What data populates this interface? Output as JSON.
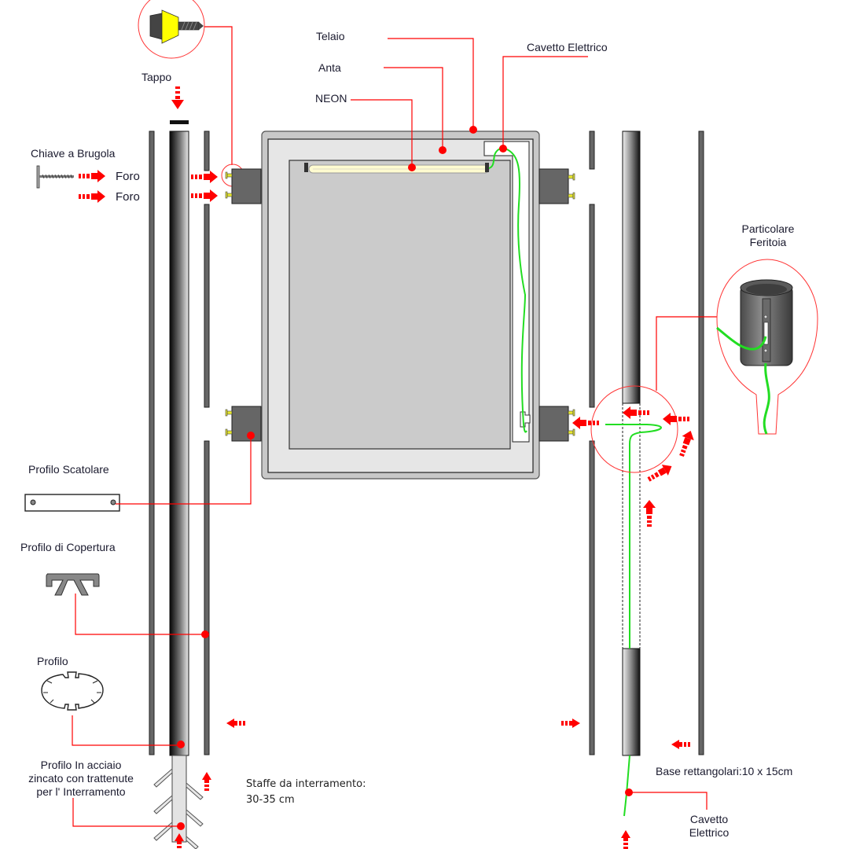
{
  "labels": {
    "tappo": "Tappo",
    "chiave_a_brugola": "Chiave a Brugola",
    "foro_1": "Foro",
    "foro_2": "Foro",
    "telaio": "Telaio",
    "anta": "Anta",
    "neon": "NEON",
    "cavetto_elettrico_top": "Cavetto Elettrico",
    "particolare_feritoia_line1": "Particolare",
    "particolare_feritoia_line2": "Feritoia",
    "profilo_scatolare": "Profilo Scatolare",
    "profilo_di_copertura": "Profilo di Copertura",
    "profilo": "Profilo",
    "profilo_acciaio_line1": "Profilo In acciaio",
    "profilo_acciaio_line2": "zincato con trattenute",
    "profilo_acciaio_line3": "per l' Interramento",
    "staffe_line1": "Staffe da interramento:",
    "staffe_line2": "30-35 cm",
    "base_rettangolari": "Base rettangolari:10 x 15cm",
    "cavetto_elettrico_bottom_line1": "Cavetto",
    "cavetto_elettrico_bottom_line2": "Elettrico"
  },
  "colors": {
    "callout_line": "#ff0000",
    "arrow": "#ff0000",
    "cable": "#22dd22",
    "post_dark": "#111111",
    "panel_frame": "#c8c8c8",
    "panel_inner": "#e6e6e6",
    "display_area": "#cbcbcb",
    "bracket": "#666666",
    "screw_head": "#e8e830",
    "tappo_yellow": "#ffff00"
  }
}
